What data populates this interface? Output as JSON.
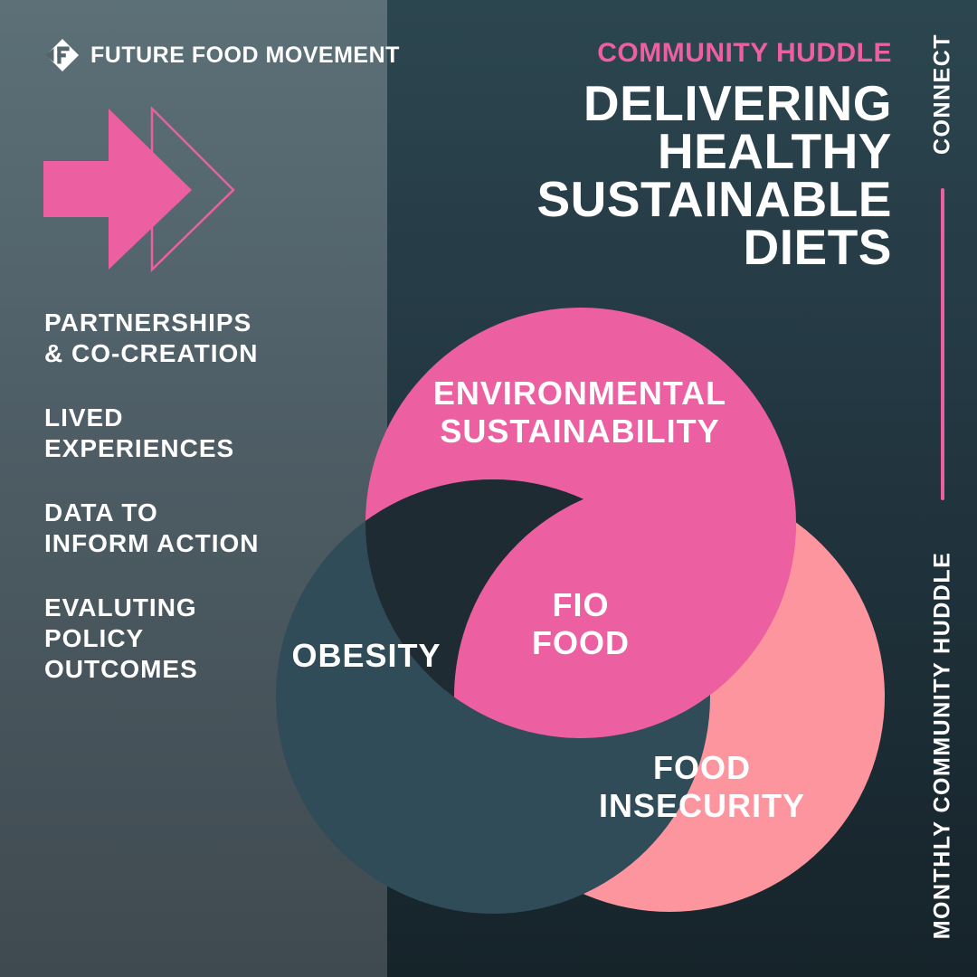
{
  "brand": {
    "name": "FUTURE FOOD MOVEMENT",
    "logo_icon": "ff-monogram-icon"
  },
  "header": {
    "kicker": "COMMUNITY HUDDLE",
    "headline_lines": [
      "DELIVERING",
      "HEALTHY",
      "SUSTAINABLE",
      "DIETS"
    ]
  },
  "focus_areas": [
    {
      "lines": [
        "PARTNERSHIPS",
        "& CO-CREATION"
      ]
    },
    {
      "lines": [
        "LIVED",
        "EXPERIENCES"
      ]
    },
    {
      "lines": [
        "DATA TO",
        "INFORM ACTION"
      ]
    },
    {
      "lines": [
        "EVALUTING",
        "POLICY",
        "OUTCOMES"
      ]
    }
  ],
  "side": {
    "top_label": "CONNECT",
    "bottom_label": "MONTHLY COMMUNITY HUDDLE"
  },
  "venn": {
    "environmental": {
      "lines": [
        "ENVIRONMENTAL",
        "SUSTAINABILITY"
      ]
    },
    "obesity": {
      "lines": [
        "OBESITY"
      ]
    },
    "center": {
      "lines": [
        "FIO",
        "FOOD"
      ]
    },
    "food_insecurity": {
      "lines": [
        "FOOD",
        "INSECURITY"
      ]
    }
  },
  "colors": {
    "pink": "#ec5fa1",
    "salmon": "#fd959f",
    "teal": "#304c58",
    "center": "#1f2b32",
    "left_panel": "#55656c",
    "right_panel": "#223640"
  }
}
